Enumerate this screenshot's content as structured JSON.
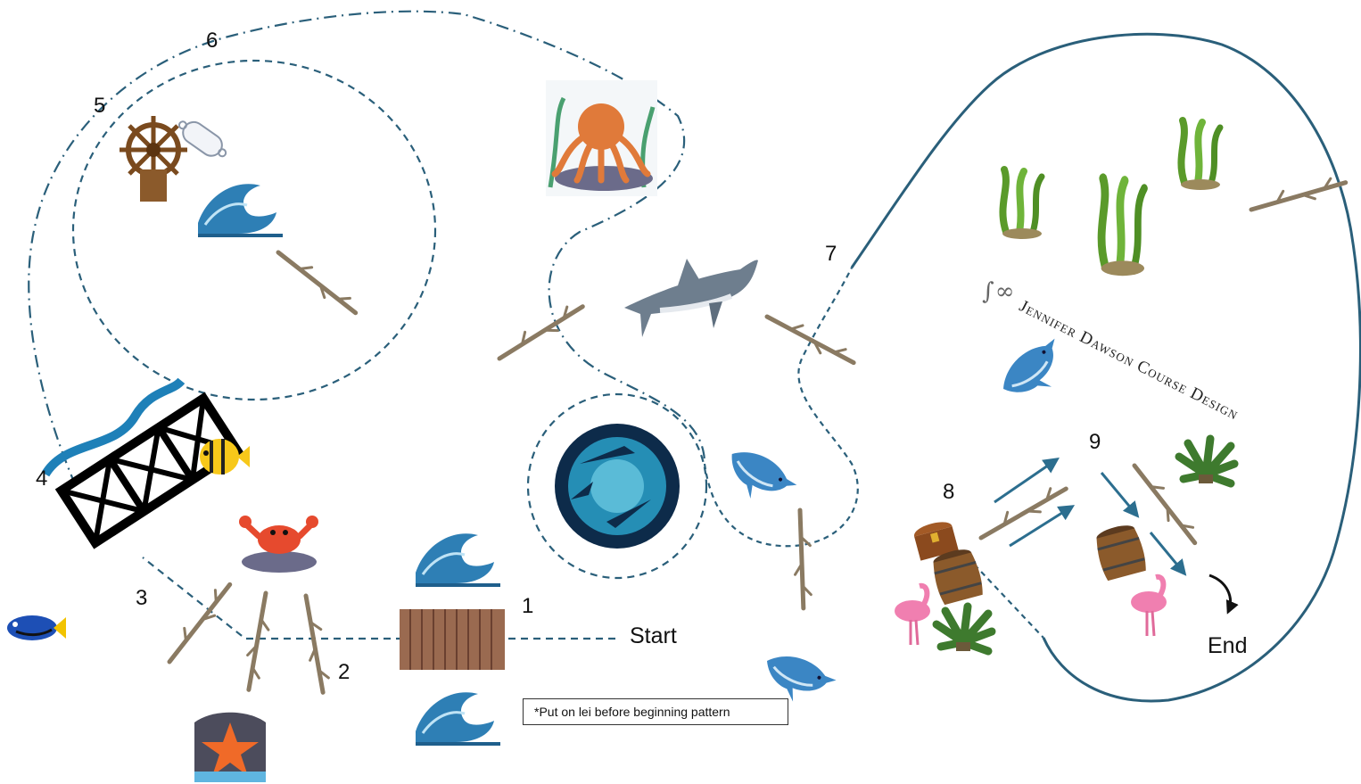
{
  "markers": [
    {
      "id": "1",
      "text": "1"
    },
    {
      "id": "2",
      "text": "2"
    },
    {
      "id": "3",
      "text": "3"
    },
    {
      "id": "4",
      "text": "4"
    },
    {
      "id": "5",
      "text": "5"
    },
    {
      "id": "6",
      "text": "6"
    },
    {
      "id": "7",
      "text": "7"
    },
    {
      "id": "8",
      "text": "8"
    },
    {
      "id": "9",
      "text": "9"
    }
  ],
  "start_label": "Start",
  "end_label": "End",
  "note": "*Put on lei before beginning pattern",
  "brand": "Jennifer Dawson Course Design",
  "colors": {
    "path": "#2a5f7a",
    "arrow": "#2c6e8f",
    "stick": "#8a7a62",
    "wave": "#2e7fb5"
  },
  "icons": [
    "octopus-icon",
    "shark-icon",
    "dolphin-icon",
    "wave-icon",
    "ships-wheel-icon",
    "buoy-icon",
    "crab-icon",
    "starfish-icon",
    "tropical-fish-icon",
    "bridge-icon",
    "wooden-pallet-icon",
    "seaweed-icon",
    "treasure-chest-icon",
    "barrel-icon",
    "flamingo-icon",
    "palm-plant-icon",
    "shark-tunnel-icon",
    "driftwood-stick-icon",
    "turn-arrow-icon"
  ]
}
